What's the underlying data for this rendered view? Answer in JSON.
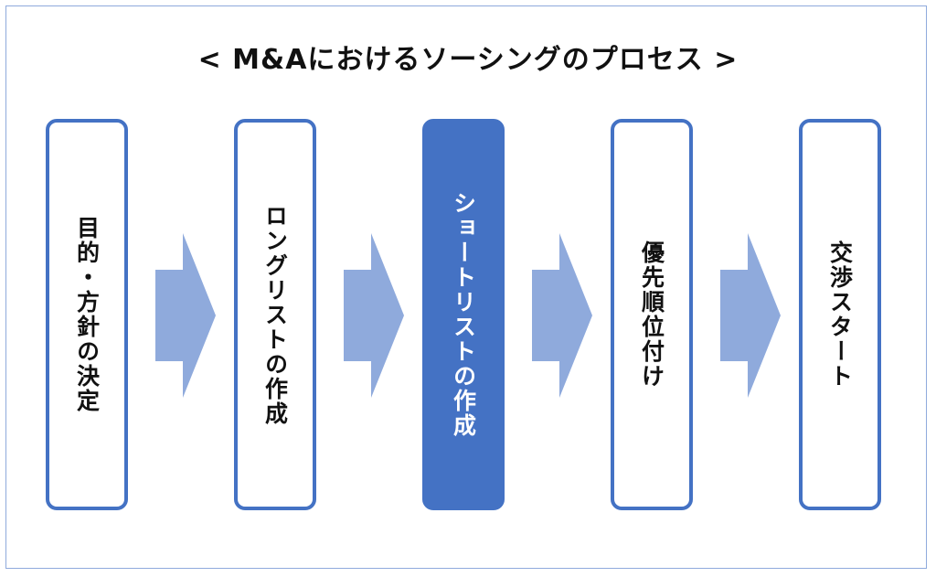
{
  "title": "< M&Aにおけるソーシングのプロセス >",
  "steps": [
    {
      "label": "目的・方針の決定",
      "active": false
    },
    {
      "label": "ロングリストの作成",
      "active": false
    },
    {
      "label": "ショートリストの作成",
      "active": true
    },
    {
      "label": "優先順位付け",
      "active": false
    },
    {
      "label": "交渉スタート",
      "active": false
    }
  ],
  "colors": {
    "border": "#4472c4",
    "active_fill": "#4472c4",
    "arrow": "#8faadc",
    "frame": "#8faadc"
  }
}
